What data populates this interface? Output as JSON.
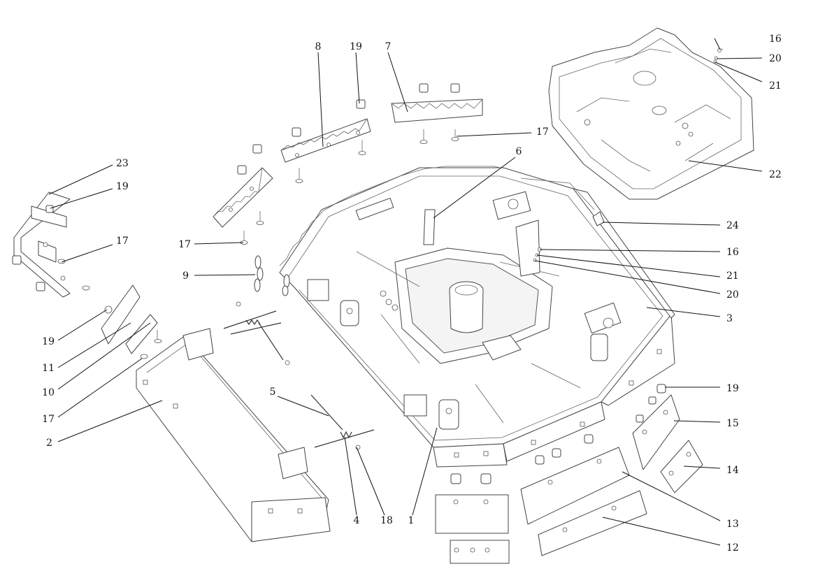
{
  "callouts": [
    {
      "id": "c1",
      "text": "1"
    },
    {
      "id": "c2",
      "text": "2"
    },
    {
      "id": "c3",
      "text": "3"
    },
    {
      "id": "c4",
      "text": "4"
    },
    {
      "id": "c5",
      "text": "5"
    },
    {
      "id": "c6",
      "text": "6"
    },
    {
      "id": "c7",
      "text": "7"
    },
    {
      "id": "c8",
      "text": "8"
    },
    {
      "id": "c9",
      "text": "9"
    },
    {
      "id": "c10",
      "text": "10"
    },
    {
      "id": "c11",
      "text": "11"
    },
    {
      "id": "c12",
      "text": "12"
    },
    {
      "id": "c13",
      "text": "13"
    },
    {
      "id": "c14",
      "text": "14"
    },
    {
      "id": "c15",
      "text": "15"
    },
    {
      "id": "c16a",
      "text": "16"
    },
    {
      "id": "c16b",
      "text": "16"
    },
    {
      "id": "c17a",
      "text": "17"
    },
    {
      "id": "c17b",
      "text": "17"
    },
    {
      "id": "c17c",
      "text": "17"
    },
    {
      "id": "c17d",
      "text": "17"
    },
    {
      "id": "c18",
      "text": "18"
    },
    {
      "id": "c19a",
      "text": "19"
    },
    {
      "id": "c19b",
      "text": "19"
    },
    {
      "id": "c19c",
      "text": "19"
    },
    {
      "id": "c19d",
      "text": "19"
    },
    {
      "id": "c20a",
      "text": "20"
    },
    {
      "id": "c20b",
      "text": "20"
    },
    {
      "id": "c21a",
      "text": "21"
    },
    {
      "id": "c21b",
      "text": "21"
    },
    {
      "id": "c22",
      "text": "22"
    },
    {
      "id": "c23",
      "text": "23"
    },
    {
      "id": "c24",
      "text": "24"
    }
  ],
  "colors": {
    "line": "#444444",
    "background": "#ffffff",
    "text": "#111111"
  }
}
